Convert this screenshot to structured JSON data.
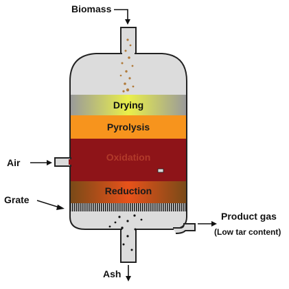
{
  "labels": {
    "biomass": "Biomass",
    "air": "Air",
    "grate": "Grate",
    "ash": "Ash",
    "product_gas": "Product gas",
    "product_gas_note": "(Low tar content)"
  },
  "zones": [
    {
      "key": "drying",
      "label": "Drying"
    },
    {
      "key": "pyrolysis",
      "label": "Pyrolysis"
    },
    {
      "key": "oxidation",
      "label": "Oxidation"
    },
    {
      "key": "reduction",
      "label": "Reduction"
    }
  ],
  "colors": {
    "vessel_body": "#dcdcdc",
    "outline": "#222222",
    "drying_center": "#eaf04a",
    "drying_edge": "#9a9a9a",
    "pyrolysis": "#f7941d",
    "oxidation": "#8e1418",
    "oxidation_text": "#b23a2a",
    "reduction_center": "#e8521a",
    "reduction_edge": "#7a4a18",
    "particles": "#b07a3a"
  }
}
